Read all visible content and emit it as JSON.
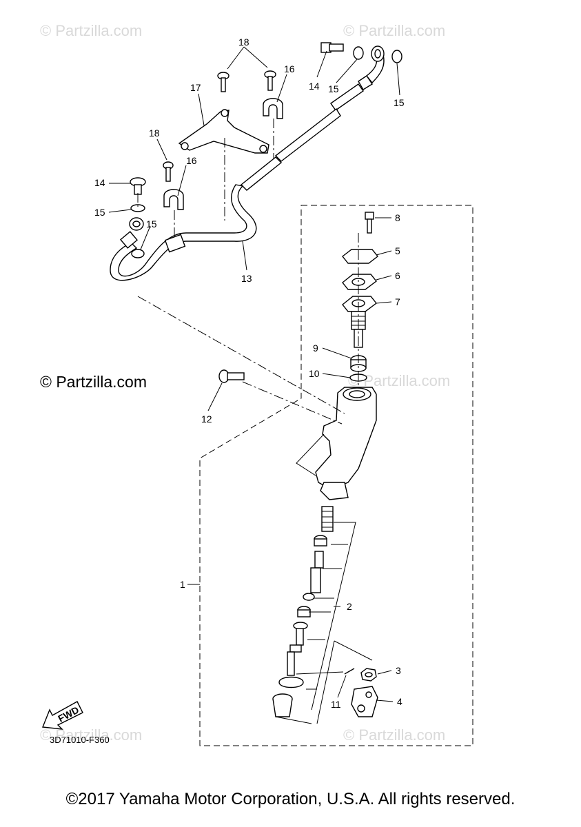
{
  "watermarks": [
    {
      "id": "wm-top-left",
      "text": "© Partzilla.com"
    },
    {
      "id": "wm-top-right",
      "text": "© Partzilla.com"
    },
    {
      "id": "wm-middle-right",
      "text": "© Partzilla.com"
    },
    {
      "id": "wm-bottom-left",
      "text": "© Partzilla.com"
    },
    {
      "id": "wm-bottom-right",
      "text": "© Partzilla.com"
    }
  ],
  "main_watermark": "© Partzilla.com",
  "callouts": {
    "c1": "1",
    "c2": "2",
    "c3": "3",
    "c4": "4",
    "c5": "5",
    "c6": "6",
    "c7": "7",
    "c8": "8",
    "c9": "9",
    "c10": "10",
    "c11": "11",
    "c12": "12",
    "c13": "13",
    "c14a": "14",
    "c14b": "14",
    "c15a": "15",
    "c15b": "15",
    "c15c": "15",
    "c15d": "15",
    "c16a": "16",
    "c16b": "16",
    "c17": "17",
    "c18a": "18",
    "c18b": "18"
  },
  "fwd_label": "FWD",
  "diagram_code": "3D71010-F360",
  "copyright": "©2017 Yamaha Motor Corporation, U.S.A. All rights reserved."
}
